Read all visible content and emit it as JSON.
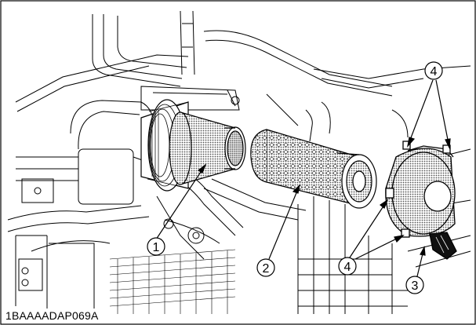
{
  "figure": {
    "code": "1BAAAADAP069A",
    "callouts": [
      {
        "label": "1",
        "part": "inner element (installed)"
      },
      {
        "label": "2",
        "part": "outer element"
      },
      {
        "label": "3",
        "part": "evacuator valve"
      },
      {
        "label": "4",
        "part": "cover clamps"
      }
    ]
  },
  "colors": {
    "line": "#000000",
    "background": "#ffffff",
    "stipple": "#9a9a9a"
  }
}
